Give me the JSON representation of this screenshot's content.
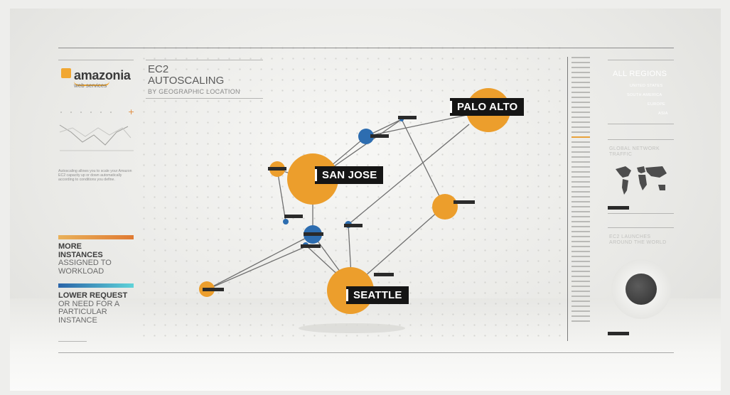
{
  "brand": {
    "name": "amazonia",
    "sub": "web services",
    "accent": "#f2a01e"
  },
  "header": {
    "title_line1": "EC2",
    "title_line2": "AUTOSCALING",
    "subtitle": "BY GEOGRAPHIC LOCATION"
  },
  "left_panel": {
    "description": "Autoscaling allows you to scale your Amazon EC2 capacity up or down automatically according to conditions you define."
  },
  "legend": {
    "more": {
      "line1": "MORE",
      "line2": "INSTANCES",
      "line3": "ASSIGNED TO",
      "line4": "WORKLOAD",
      "color": "#e9a53c"
    },
    "lower": {
      "line1": "LOWER REQUEST",
      "line2": "OR NEED FOR A",
      "line3": "PARTICULAR",
      "line4": "INSTANCE",
      "color": "#2f6fb1"
    }
  },
  "nodes": {
    "palo_alto": "PALO ALTO",
    "san_jose": "SAN JOSE",
    "seattle": "SEATTLE"
  },
  "right_panel": {
    "regions_head": "ALL REGIONS",
    "regions": [
      "UNITED STATES",
      "SOUTH AMERICA",
      "EUROPE",
      "ASIA"
    ],
    "traffic_label": "GLOBAL NETWORK TRAFFIC",
    "launches_label": "EC2 LAUNCHES AROUND THE WORLD"
  },
  "colors": {
    "orange_node": "#ec9e2c",
    "blue_node": "#2d6db0",
    "dark_label": "#151515"
  }
}
